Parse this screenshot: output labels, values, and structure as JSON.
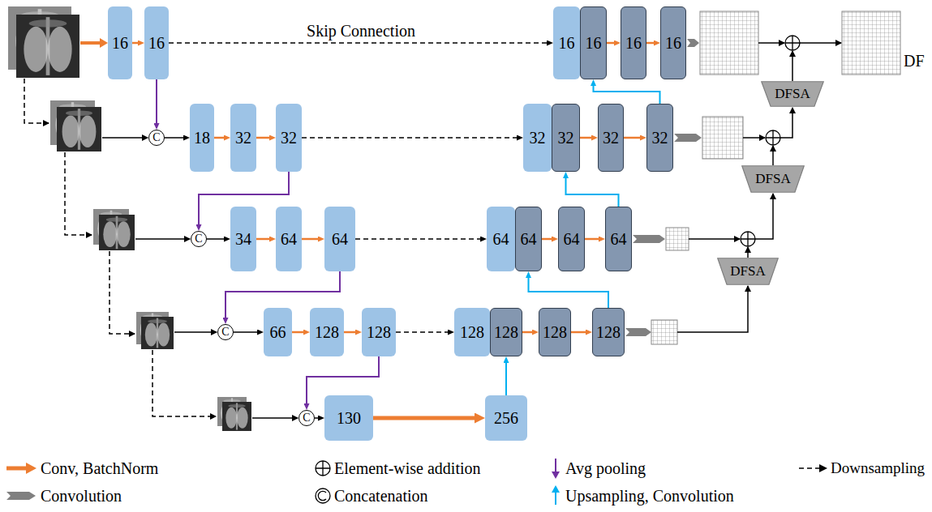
{
  "diagram": {
    "nodes": [
      {
        "text": [
          "16"
        ]
      },
      {
        "text": [
          "16"
        ]
      },
      {
        "text": [
          "16"
        ]
      },
      {
        "text": [
          "16"
        ]
      },
      {
        "text": [
          "16"
        ]
      },
      {
        "text": [
          "16"
        ]
      },
      {
        "text": [
          "C"
        ]
      },
      {
        "text": [
          "18"
        ]
      },
      {
        "text": [
          "32"
        ]
      },
      {
        "text": [
          "32"
        ]
      },
      {
        "text": [
          "32"
        ]
      },
      {
        "text": [
          "32"
        ]
      },
      {
        "text": [
          "32"
        ]
      },
      {
        "text": [
          "32"
        ]
      },
      {
        "text": [
          "C"
        ]
      },
      {
        "text": [
          "34"
        ]
      },
      {
        "text": [
          "64"
        ]
      },
      {
        "text": [
          "64"
        ]
      },
      {
        "text": [
          "64"
        ]
      },
      {
        "text": [
          "64"
        ]
      },
      {
        "text": [
          "64"
        ]
      },
      {
        "text": [
          "64"
        ]
      },
      {
        "text": [
          "C"
        ]
      },
      {
        "text": [
          "66"
        ]
      },
      {
        "text": [
          "128"
        ]
      },
      {
        "text": [
          "128"
        ]
      },
      {
        "text": [
          "128"
        ]
      },
      {
        "text": [
          "128"
        ]
      },
      {
        "text": [
          "128"
        ]
      },
      {
        "text": [
          "128"
        ]
      },
      {
        "text": [
          "C"
        ]
      },
      {
        "text": [
          "130"
        ]
      },
      {
        "text": [
          "256"
        ]
      },
      {
        "text": [
          "DFSA"
        ]
      },
      {
        "text": [
          "DFSA"
        ]
      },
      {
        "text": [
          "DFSA"
        ]
      }
    ],
    "edges": [
      {
        "from": 0,
        "to": 1,
        "arrow": "to"
      },
      {
        "from": 1,
        "to": 2,
        "arrow": "to",
        "label": "Skip Connection"
      },
      {
        "from": 3,
        "to": 4,
        "arrow": "to"
      },
      {
        "from": 4,
        "to": 5,
        "arrow": "to"
      },
      {
        "from": 1,
        "to": 6,
        "arrow": "to"
      },
      {
        "from": 6,
        "to": 7,
        "arrow": "to"
      },
      {
        "from": 7,
        "to": 8,
        "arrow": "to"
      },
      {
        "from": 8,
        "to": 9,
        "arrow": "to"
      },
      {
        "from": 9,
        "to": 10,
        "arrow": "to"
      },
      {
        "from": 11,
        "to": 12,
        "arrow": "to"
      },
      {
        "from": 12,
        "to": 13,
        "arrow": "to"
      },
      {
        "from": 13,
        "to": 3,
        "arrow": "to"
      },
      {
        "from": 9,
        "to": 14,
        "arrow": "to"
      },
      {
        "from": 14,
        "to": 15,
        "arrow": "to"
      },
      {
        "from": 15,
        "to": 16,
        "arrow": "to"
      },
      {
        "from": 16,
        "to": 17,
        "arrow": "to"
      },
      {
        "from": 17,
        "to": 18,
        "arrow": "to"
      },
      {
        "from": 19,
        "to": 20,
        "arrow": "to"
      },
      {
        "from": 20,
        "to": 21,
        "arrow": "to"
      },
      {
        "from": 21,
        "to": 11,
        "arrow": "to"
      },
      {
        "from": 17,
        "to": 22,
        "arrow": "to"
      },
      {
        "from": 22,
        "to": 23,
        "arrow": "to"
      },
      {
        "from": 23,
        "to": 24,
        "arrow": "to"
      },
      {
        "from": 24,
        "to": 25,
        "arrow": "to"
      },
      {
        "from": 25,
        "to": 26,
        "arrow": "to"
      },
      {
        "from": 27,
        "to": 28,
        "arrow": "to"
      },
      {
        "from": 28,
        "to": 29,
        "arrow": "to"
      },
      {
        "from": 29,
        "to": 19,
        "arrow": "to"
      },
      {
        "from": 25,
        "to": 30,
        "arrow": "to"
      },
      {
        "from": 30,
        "to": 31,
        "arrow": "to"
      },
      {
        "from": 31,
        "to": 32,
        "arrow": "to"
      },
      {
        "from": 32,
        "to": 27,
        "arrow": "to"
      }
    ],
    "labels": [
      "DF"
    ],
    "legend": [
      {
        "text": "Conv, BatchNorm"
      },
      {
        "text": "Element-wise addition"
      },
      {
        "text": "Avg pooling"
      },
      {
        "text": "Downsampling"
      },
      {
        "text": "Convolution"
      },
      {
        "text": "Concatenation"
      },
      {
        "text": "Upsampling, Convolution"
      }
    ]
  }
}
